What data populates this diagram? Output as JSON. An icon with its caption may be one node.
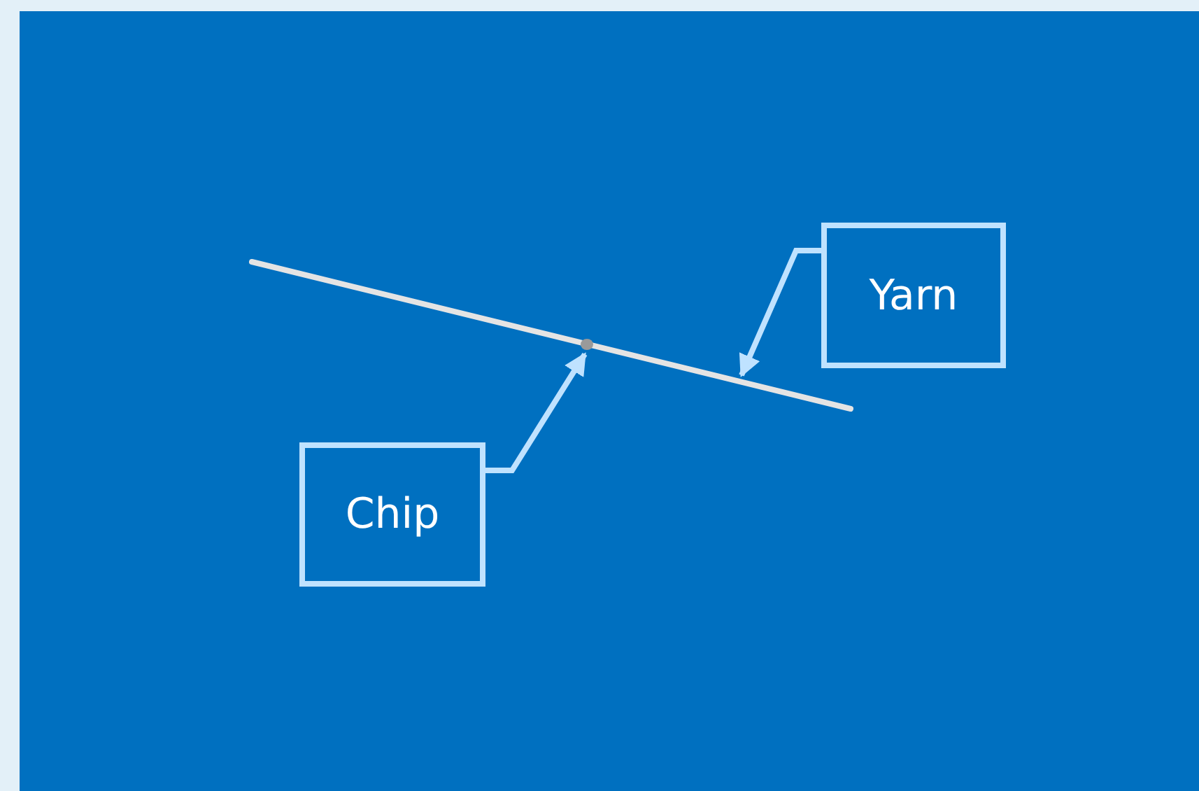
{
  "diagram": {
    "nodes": [
      {
        "text": [],
        "shape": "line"
      },
      {
        "text": [],
        "shape": "dot",
        "in": 0
      },
      {
        "text": [
          "Yarn"
        ]
      },
      {
        "text": [
          "Chip"
        ]
      }
    ],
    "edges": [
      {
        "from": 2,
        "to": 0,
        "arrow": "to"
      },
      {
        "from": 3,
        "to": 1,
        "arrow": "to"
      }
    ]
  }
}
